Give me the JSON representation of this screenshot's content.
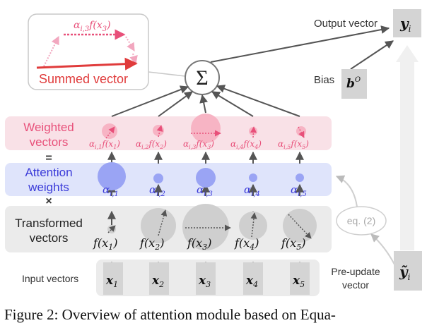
{
  "labels": {
    "output_vector": "Output vector",
    "bias": "Bias",
    "summed_vector": "Summed vector",
    "weighted_vectors_1": "Weighted",
    "weighted_vectors_2": "vectors",
    "equals": "=",
    "attention_weights_1": "Attention",
    "attention_weights_2": "weights",
    "times": "×",
    "transformed_vectors_1": "Transformed",
    "transformed_vectors_2": "vectors",
    "input_vectors": "Input vectors",
    "pre_update_1": "Pre-update",
    "pre_update_2": "vector",
    "eq_ref": "eq. (2)",
    "sum_symbol": "Σ",
    "caption": "Figure 2: Overview of attention module based on Equa-"
  },
  "math": {
    "output": "y",
    "output_sub": "i",
    "bias": "b",
    "bias_sup": "O",
    "pre_update": "ỹ",
    "pre_update_sub": "i",
    "inset_label": "α",
    "inset_label_sub": "i,3",
    "inset_label_rest": "f(x",
    "inset_label_sub2": "3",
    "inset_label_end": ")"
  },
  "columns": [
    {
      "weighted": "α",
      "w_sub": "i,1",
      "f": "f(x",
      "idx": "1",
      "alpha": "α",
      "a_sub": "i,1",
      "x": "x",
      "attention": 0.85
    },
    {
      "weighted": "α",
      "w_sub": "i,2",
      "f": "f(x",
      "idx": "2",
      "alpha": "α",
      "a_sub": "i,2",
      "x": "x",
      "attention": 0.35
    },
    {
      "weighted": "α",
      "w_sub": "i,3",
      "f": "f(x",
      "idx": "3",
      "alpha": "α",
      "a_sub": "i,3",
      "x": "x",
      "attention": 0.7
    },
    {
      "weighted": "α",
      "w_sub": "i,4",
      "f": "f(x",
      "idx": "4",
      "alpha": "α",
      "a_sub": "i,4",
      "x": "x",
      "attention": 0.3
    },
    {
      "weighted": "α",
      "w_sub": "i,5",
      "f": "f(x",
      "idx": "5",
      "alpha": "α",
      "a_sub": "i,5",
      "x": "x",
      "attention": 0.3
    }
  ],
  "colors": {
    "pink_band": "#f9e1e7",
    "blue_band": "#dfe4fb",
    "gray_band": "#ebebeb",
    "pink_text": "#e8507a",
    "blue_text": "#3b3bd9",
    "blue_circle": "#9aa4f4",
    "pink_circle": "#f7b4c4",
    "gray_box": "#d4d4d4",
    "red_arrow": "#e03b3b"
  }
}
